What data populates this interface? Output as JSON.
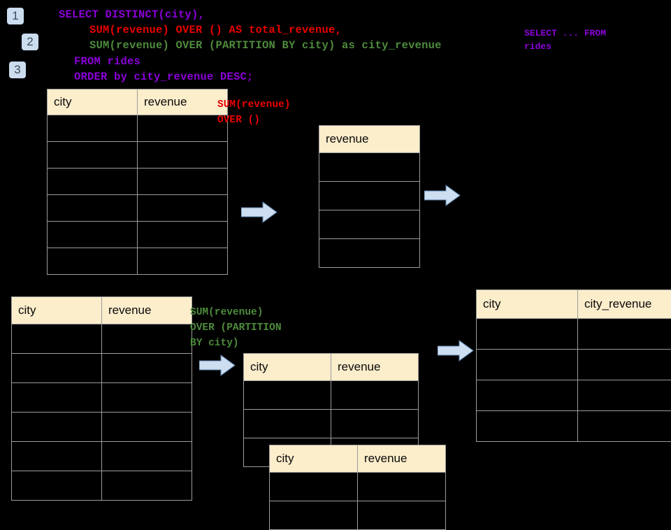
{
  "background": "#000000",
  "palette": {
    "badge_bg": "#CBDDEF",
    "badge_fg": "#3B4A5A",
    "header_bg": "#FCEDCB",
    "grid_line": "#9C9C9C",
    "arrow_fill": "#CCDEF0",
    "arrow_stroke": "#5C7FA8",
    "sql_purple": "#8B00D9",
    "sql_red": "#E80000",
    "sql_green": "#4E8B3C"
  },
  "badges": [
    {
      "label": "1"
    },
    {
      "label": "2"
    },
    {
      "label": "3"
    }
  ],
  "sql": {
    "lines": [
      {
        "text": "SELECT DISTINCT(city),",
        "color_name": "purple"
      },
      {
        "text": "SUM(revenue) OVER () AS total_revenue,",
        "color_name": "red"
      },
      {
        "text": "SUM(revenue) OVER (PARTITION BY city) as city_revenue",
        "color_name": "green"
      },
      {
        "text": "FROM rides",
        "color_name": "purple"
      },
      {
        "text": "ORDER by city_revenue DESC;",
        "color_name": "purple"
      }
    ]
  },
  "annotations": {
    "select_from": {
      "line1": "SELECT ... FROM",
      "line2": "rides"
    },
    "sum_over_empty": {
      "line1": "SUM(revenue)",
      "line2": "OVER ()"
    },
    "sum_over_partition": {
      "line1": "SUM(revenue)",
      "line2": "OVER (PARTITION",
      "line3": "BY city)"
    }
  },
  "tables": {
    "rides_source_top": {
      "headers": [
        "city",
        "revenue"
      ],
      "row_count": 6,
      "rows": [
        [
          "",
          ""
        ],
        [
          "",
          ""
        ],
        [
          "",
          ""
        ],
        [
          "",
          ""
        ],
        [
          "",
          ""
        ],
        [
          "",
          ""
        ]
      ]
    },
    "total_revenue": {
      "headers": [
        "revenue"
      ],
      "row_count": 4,
      "rows": [
        [
          ""
        ],
        [
          ""
        ],
        [
          ""
        ],
        [
          ""
        ]
      ]
    },
    "rides_source_bottom": {
      "headers": [
        "city",
        "revenue"
      ],
      "row_count": 6,
      "rows": [
        [
          "",
          ""
        ],
        [
          "",
          ""
        ],
        [
          "",
          ""
        ],
        [
          "",
          ""
        ],
        [
          "",
          ""
        ],
        [
          "",
          ""
        ]
      ]
    },
    "partition_stack_back": {
      "headers": [
        "city",
        "revenue"
      ],
      "row_count": 3,
      "rows": [
        [
          "",
          ""
        ],
        [
          "",
          ""
        ],
        [
          "",
          ""
        ]
      ]
    },
    "partition_stack_front": {
      "headers": [
        "city",
        "revenue"
      ],
      "row_count": 2,
      "rows": [
        [
          "",
          ""
        ],
        [
          "",
          ""
        ]
      ]
    },
    "result": {
      "headers": [
        "city",
        "city_revenue"
      ],
      "row_count": 4,
      "rows": [
        [
          "",
          ""
        ],
        [
          "",
          ""
        ],
        [
          "",
          ""
        ],
        [
          "",
          ""
        ]
      ]
    }
  },
  "arrows": [
    {
      "name": "arrow-source-to-total"
    },
    {
      "name": "arrow-total-to-result"
    },
    {
      "name": "arrow-source-to-partition"
    },
    {
      "name": "arrow-partition-to-result"
    }
  ]
}
